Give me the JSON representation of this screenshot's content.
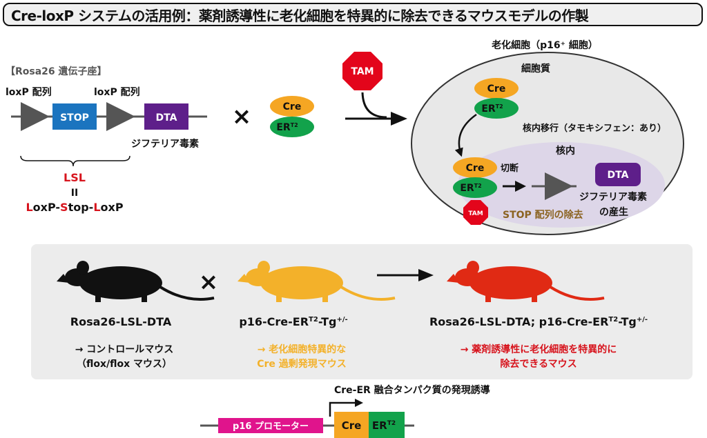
{
  "title": "Cre-loxP システムの活用例：薬剤誘導性に老化細胞を特異的に除去できるマウスモデルの作製",
  "locus": {
    "label": "【Rosa26 遺伝子座】",
    "loxp1": "loxP 配列",
    "loxp2": "loxP 配列",
    "stop": "STOP",
    "dta": "DTA",
    "dta_label": "ジフテリア毒素",
    "lsl": "LSL",
    "equals": "II",
    "lsl_full": {
      "p1": "L",
      "p2": "oxP-",
      "p3": "S",
      "p4": "top-",
      "p5": "L",
      "p6": "oxP"
    }
  },
  "cross": "×",
  "creer": {
    "cre": "Cre",
    "er": "ER",
    "er_sup": "T2"
  },
  "tam": "TAM",
  "cell": {
    "title": "老化細胞（p16⁺ 細胞）",
    "cytoplasm": "細胞質",
    "cre": "Cre",
    "er": "ER",
    "er_sup": "T2",
    "translocation": "核内移行（タモキシフェン：あり）",
    "nucleus": "核内",
    "cleave": "切断",
    "tam": "TAM",
    "dta": "DTA",
    "dta_label1": "ジフテリア毒素",
    "dta_label2": "の産生",
    "stop_removal": "STOP 配列の除去"
  },
  "mice": {
    "m1_name": "Rosa26-LSL-DTA",
    "m1_desc1": "→ コントロールマウス",
    "m1_desc2": "（flox/flox マウス）",
    "m2_name": "p16-Cre-ER",
    "m2_sup1": "T2",
    "m2_tg": "-Tg",
    "m2_sup2": "+/-",
    "m2_desc1": "→ 老化細胞特異的な",
    "m2_desc2": "Cre 過剰発現マウス",
    "m3_name": "Rosa26-LSL-DTA; p16-Cre-ER",
    "m3_sup1": "T2",
    "m3_tg": "-Tg",
    "m3_sup2": "+/-",
    "m3_desc1": "→ 薬剤誘導性に老化細胞を特異的に",
    "m3_desc2": "除去できるマウス"
  },
  "construct": {
    "title": "Cre-ER 融合タンパク質の発現誘導",
    "promoter": "p16 プロモーター",
    "cre": "Cre",
    "er": "ER",
    "er_sup": "T2"
  },
  "colors": {
    "stop_blue": "#1b74bf",
    "dta_purple": "#5e1f8a",
    "cre_orange": "#f5a623",
    "er_green": "#12a24b",
    "tam_red": "#e3051b",
    "lsl_red": "#d7141d",
    "mouse_yellow": "#f3b12a",
    "mouse_red": "#e02a14",
    "pink": "#e0148c",
    "brown": "#8b6321"
  }
}
